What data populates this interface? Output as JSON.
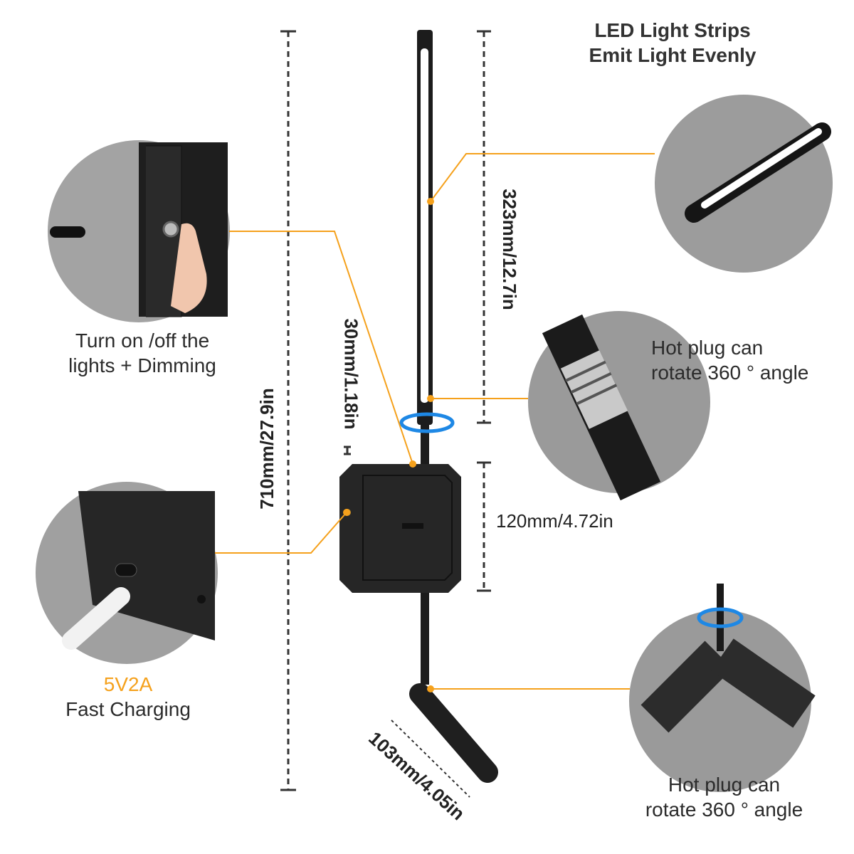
{
  "callouts": {
    "led_strip": {
      "line1": "LED Light Strips",
      "line2": "Emit Light Evenly"
    },
    "switch": {
      "line1": "Turn on /off the",
      "line2": "lights + Dimming"
    },
    "hot_plug_top": {
      "line1": "Hot plug can",
      "line2": "rotate 360 ° angle"
    },
    "charging": {
      "line1": "5V2A",
      "line2": "Fast Charging"
    },
    "hot_plug_bottom": {
      "line1": "Hot plug can",
      "line2": "rotate 360 ° angle"
    }
  },
  "dimensions": {
    "total_height": "710mm/27.9in",
    "strip_length": "323mm/12.7in",
    "rod_offset": "30mm/1.18in",
    "plate_height": "120mm/4.72in",
    "arm_length": "103mm/4.05in"
  },
  "colors": {
    "accent": "#f5a11c",
    "rotate_arrow": "#1e88e5",
    "lamp": "#1c1c1c",
    "circle_bg": "#9a9a9a"
  }
}
